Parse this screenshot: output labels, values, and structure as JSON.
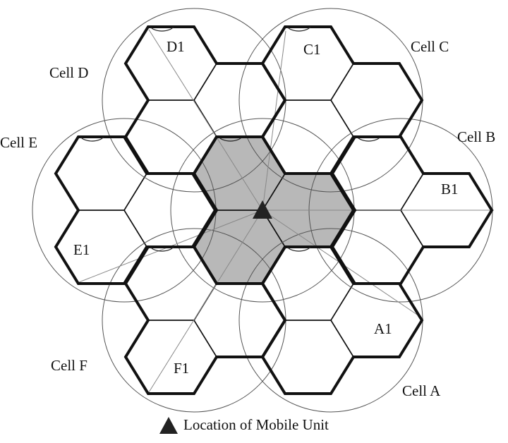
{
  "diagram": {
    "colors": {
      "shaded": "#b8b8b8",
      "line": "#111111",
      "circle": "#555555",
      "guide": "#888888",
      "marker": "#222222"
    },
    "center_cell": {
      "shaded": true
    },
    "cells": [
      {
        "id": "A",
        "label": "Cell A",
        "sector_label": "A1"
      },
      {
        "id": "B",
        "label": "Cell B",
        "sector_label": "B1"
      },
      {
        "id": "C",
        "label": "Cell C",
        "sector_label": "C1"
      },
      {
        "id": "D",
        "label": "Cell D",
        "sector_label": "D1"
      },
      {
        "id": "E",
        "label": "Cell E",
        "sector_label": "E1"
      },
      {
        "id": "F",
        "label": "Cell F",
        "sector_label": "F1"
      }
    ],
    "legend": {
      "icon": "triangle-icon",
      "text": "Location of Mobile Unit"
    }
  }
}
